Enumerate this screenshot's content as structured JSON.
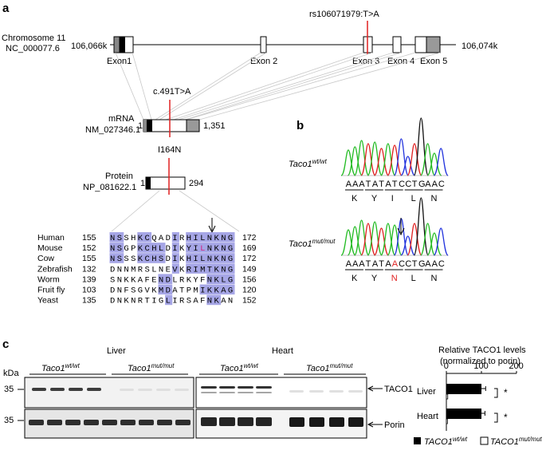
{
  "panels": {
    "a": "a",
    "b": "b",
    "c": "c"
  },
  "gene_map": {
    "chrom_line1": "Chromosome 11",
    "chrom_line2": "NC_000077.6",
    "start": "106,066k",
    "end": "106,074k",
    "snp": "rs106071979:T>A",
    "exons": [
      "Exon1",
      "Exon 2",
      "Exon 3",
      "Exon 4",
      "Exon 5"
    ]
  },
  "mrna": {
    "variant": "c.491T>A",
    "label1": "mRNA",
    "label2": "NM_027346.1",
    "start": "1",
    "end": "1,351"
  },
  "protein": {
    "variant": "I164N",
    "label1": "Protein",
    "label2": "NP_081622.1",
    "start": "1",
    "end": "294"
  },
  "alignment": [
    {
      "species": "Human",
      "start": "155",
      "seq": "NSSHKCQADIRHILNKNG",
      "end": "172"
    },
    {
      "species": "Mouse",
      "start": "152",
      "seq": "NSGPKCHLDIKYILNKNG",
      "end": "169"
    },
    {
      "species": "Cow",
      "start": "155",
      "seq": "NSSSKCHSDIKHILNKNG",
      "end": "172"
    },
    {
      "species": "Zebrafish",
      "start": "132",
      "seq": "DNNMRSLNEVKRIMTKNG",
      "end": "149"
    },
    {
      "species": "Worm",
      "start": "139",
      "seq": "SNKKAFENDLRKYFNKLG",
      "end": "156"
    },
    {
      "species": "Fruit fly",
      "start": "103",
      "seq": "DNFSGVKMDATPMIKKAG",
      "end": "120"
    },
    {
      "species": "Yeast",
      "start": "135",
      "seq": "DNKNRTIGLIRSAFNKAN",
      "end": "152"
    }
  ],
  "chromatograms": {
    "wt": {
      "genotype": "Taco1",
      "sup": "wt/wt",
      "bases": "AAATATATCCTGAAC",
      "aa": [
        "K",
        "Y",
        "I",
        "L",
        "N"
      ]
    },
    "mut": {
      "genotype": "Taco1",
      "sup": "mut/mut",
      "bases": "AAATATAACCTGAAC",
      "aa": [
        "K",
        "Y",
        "N",
        "L",
        "N"
      ]
    }
  },
  "western": {
    "kda_label": "kDa",
    "marker_top": "35",
    "marker_bottom": "35",
    "tissues": [
      "Liver",
      "Heart"
    ],
    "genotypes": [
      {
        "name": "Taco1",
        "sup": "wt/wt"
      },
      {
        "name": "Taco1",
        "sup": "mut/mut"
      },
      {
        "name": "Taco1",
        "sup": "wt/wt"
      },
      {
        "name": "Taco1",
        "sup": "mut/mut"
      }
    ],
    "band_labels": [
      "TACO1",
      "Porin"
    ]
  },
  "chart_data": {
    "type": "bar",
    "title": "Relative TACO1 levels",
    "subtitle": "(normalized to porin)",
    "categories": [
      "Liver",
      "Heart"
    ],
    "series": [
      {
        "name": "TACO1 wt/wt",
        "values": [
          100,
          100
        ],
        "errors": [
          12,
          10
        ]
      },
      {
        "name": "TACO1 mut/mut",
        "values": [
          4,
          3
        ]
      }
    ],
    "xticks": [
      "0",
      "100",
      "200"
    ],
    "xlim": [
      0,
      200
    ],
    "significance": [
      "*",
      "*"
    ],
    "legend": {
      "wt_name": "TACO1",
      "wt_sup": "wt/wt",
      "mut_name": "TACO1",
      "mut_sup": "mut/mut"
    },
    "colors": {
      "wt": "#000000",
      "mut": "#ffffff"
    }
  }
}
